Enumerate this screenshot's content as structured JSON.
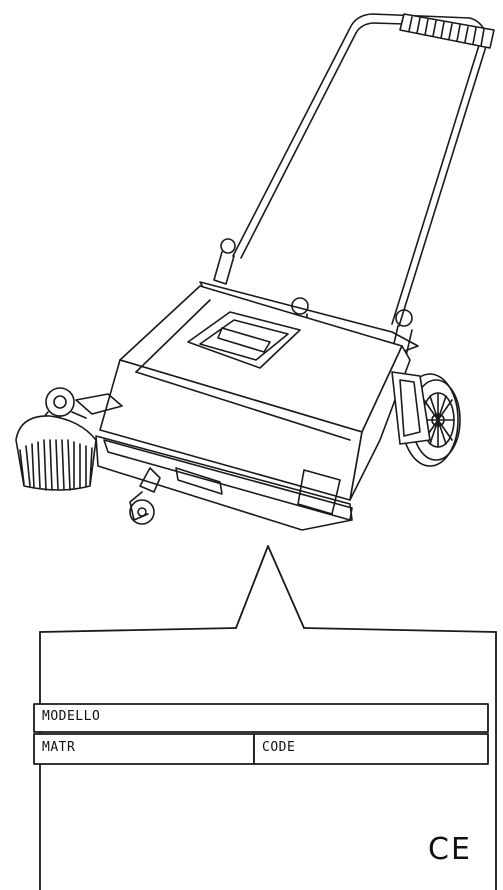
{
  "illustration": {
    "subject": "push-sweeper-icon",
    "callout": "pointer-to-rating-plate-icon"
  },
  "plate": {
    "modello_label": "MODELLO",
    "matr_label": "MATR",
    "code_label": "CODE",
    "ce_mark": "CE"
  },
  "colors": {
    "line": "#111111",
    "background": "#ffffff"
  }
}
